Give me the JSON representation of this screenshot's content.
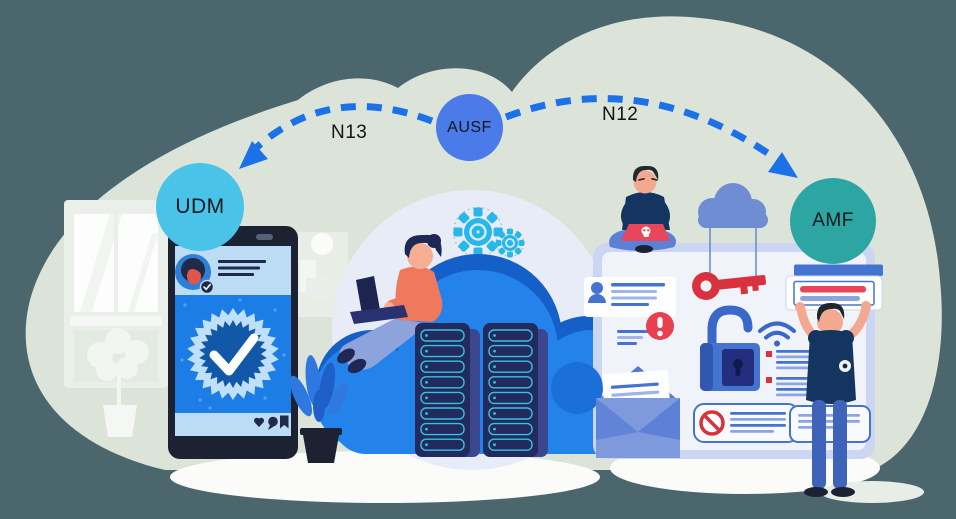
{
  "diagram": {
    "nodes": [
      {
        "id": "udm",
        "label": "UDM",
        "color": "#49C3E8"
      },
      {
        "id": "ausf",
        "label": "AUSF",
        "color": "#4A7BE8"
      },
      {
        "id": "amf",
        "label": "AMF",
        "color": "#2CA5A3"
      }
    ],
    "edges": [
      {
        "id": "n13",
        "label": "N13",
        "from": "ausf",
        "to": "udm",
        "style": "dashed-arrow",
        "color": "#1B72E8"
      },
      {
        "id": "n12",
        "label": "N12",
        "from": "ausf",
        "to": "amf",
        "style": "dashed-arrow",
        "color": "#1B72E8"
      }
    ]
  },
  "illustration": {
    "backdrop_color": "#4C666E",
    "cloud_backdrop_color": "#DCE4D9",
    "servers": {
      "racks": 2,
      "slots_per_rack": 8
    },
    "icons": [
      "window",
      "white-potted-plant",
      "smartphone-verified-profile",
      "avatar",
      "verified-badge-icon",
      "verified-seal-check-icon",
      "heart-icon",
      "comment-icon",
      "bookmark-icon",
      "blue-potted-plant",
      "gear-icon",
      "cloud-computing-icon",
      "server-rack",
      "person-with-laptop",
      "hacker-with-skull-laptop",
      "skull-icon",
      "hanging-cloud",
      "key-icon",
      "security-tablet",
      "warning-icon",
      "open-padlock-icon",
      "wifi-icon",
      "no-entry-icon",
      "document-card",
      "envelope-mail-icon",
      "man-holding-banner"
    ]
  }
}
